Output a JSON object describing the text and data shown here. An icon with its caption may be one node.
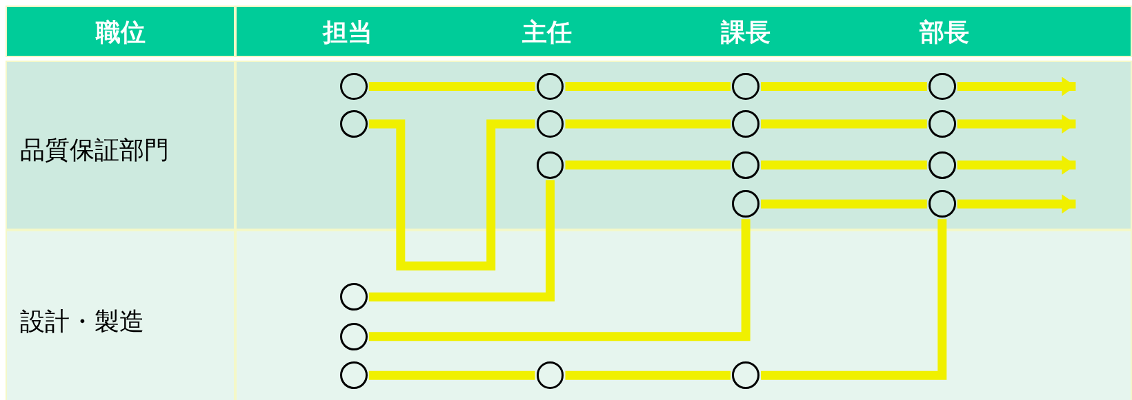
{
  "diagram": {
    "nodes": [
      {
        "text": [],
        "shape": "circle"
      },
      {
        "text": [],
        "shape": "circle"
      },
      {
        "text": [],
        "shape": "circle"
      },
      {
        "text": [],
        "shape": "circle"
      },
      {
        "text": [],
        "shape": "circle"
      },
      {
        "text": [],
        "shape": "circle"
      },
      {
        "text": [],
        "shape": "circle"
      },
      {
        "text": [],
        "shape": "circle"
      },
      {
        "text": [],
        "shape": "circle"
      },
      {
        "text": [],
        "shape": "circle"
      },
      {
        "text": [],
        "shape": "circle"
      },
      {
        "text": [],
        "shape": "circle"
      },
      {
        "text": [],
        "shape": "circle"
      },
      {
        "text": [],
        "shape": "circle"
      },
      {
        "text": [],
        "shape": "circle"
      },
      {
        "text": [],
        "shape": "circle"
      },
      {
        "text": [],
        "shape": "circle"
      },
      {
        "text": [],
        "shape": "circle"
      }
    ],
    "edges": [
      {
        "from": 0,
        "to": 1,
        "arrow": "none"
      },
      {
        "from": 1,
        "to": 2,
        "arrow": "none"
      },
      {
        "from": 2,
        "to": 3,
        "arrow": "none"
      },
      {
        "from": 3,
        "to": null,
        "arrow": "to"
      },
      {
        "from": 4,
        "to": 5,
        "arrow": "none"
      },
      {
        "from": 5,
        "to": 6,
        "arrow": "none"
      },
      {
        "from": 6,
        "to": 7,
        "arrow": "none"
      },
      {
        "from": 7,
        "to": null,
        "arrow": "to"
      },
      {
        "from": 8,
        "to": 9,
        "arrow": "none"
      },
      {
        "from": 9,
        "to": 10,
        "arrow": "none"
      },
      {
        "from": 10,
        "to": null,
        "arrow": "to"
      },
      {
        "from": 11,
        "to": 12,
        "arrow": "none"
      },
      {
        "from": 12,
        "to": null,
        "arrow": "to"
      },
      {
        "from": 13,
        "to": 8,
        "arrow": "none"
      },
      {
        "from": 14,
        "to": 11,
        "arrow": "none"
      },
      {
        "from": 15,
        "to": 16,
        "arrow": "none"
      },
      {
        "from": 16,
        "to": 17,
        "arrow": "none"
      },
      {
        "from": 17,
        "to": 12,
        "arrow": "none"
      }
    ],
    "labels": [
      "職位",
      "担当",
      "主任",
      "課長",
      "部長",
      "品質保証部門",
      "設計・製造"
    ]
  }
}
